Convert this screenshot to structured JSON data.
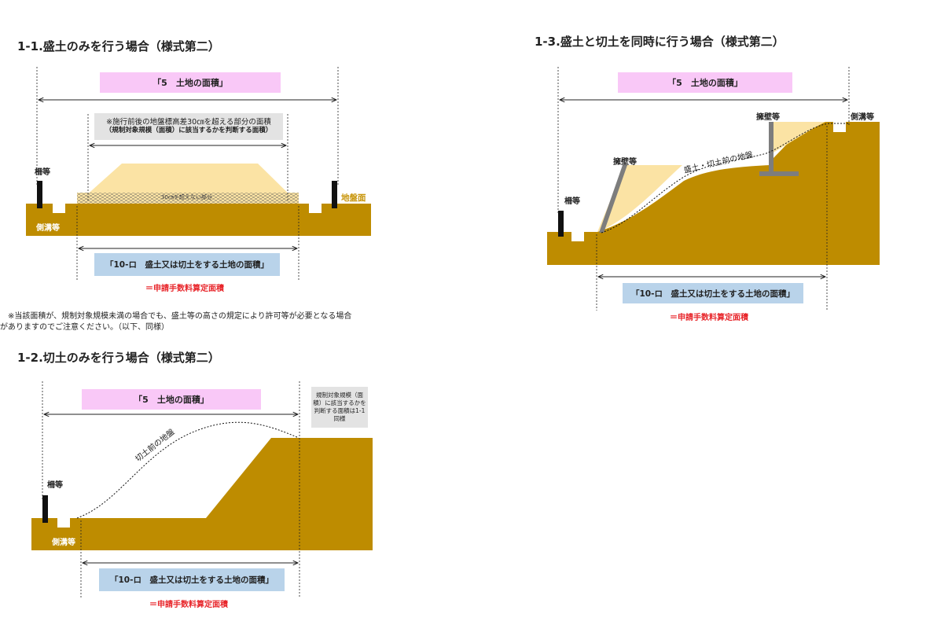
{
  "colors": {
    "ground": "#be8c00",
    "fill_soil": "#fbe3a4",
    "area_box": "#f9c8f7",
    "cut_box": "#b9d3ea",
    "fee_text": "#e8262b",
    "wall": "#7d7d7d"
  },
  "section_1_1": {
    "title": "1-1.盛土のみを行う場合（様式第二）",
    "area_label": "「5　土地の面積」",
    "note_line1": "※施行前後の地盤標高差30㎝を超える部分の面積",
    "note_line2": "（規制対象規模（面積）に該当するかを判断する面積）",
    "under_30cm_label": "30㎝を超えない部分",
    "fence_label": "柵等",
    "ground_surface_label": "地盤面",
    "ditch_label": "側溝等",
    "cut_area_label": "「10-ロ　盛土又は切土をする土地の面積」",
    "fee_label": "＝申請手数料算定面積"
  },
  "footnote": {
    "line1": "　※当該面積が、規制対象規模未満の場合でも、盛土等の高さの規定により許可等が必要となる場合",
    "line2": "がありますのでご注意ください。（以下、同様）"
  },
  "section_1_2": {
    "title": "1-2.切土のみを行う場合（様式第二）",
    "area_label": "「5　土地の面積」",
    "side_note": [
      "規制対象規模（面",
      "積）に該当するかを",
      "判断する面積は1-1",
      "同様"
    ],
    "pre_cut_ground_label": "切土前の地盤",
    "fence_label": "柵等",
    "ditch_label": "側溝等",
    "cut_area_label": "「10-ロ　盛土又は切土をする土地の面積」",
    "fee_label": "＝申請手数料算定面積"
  },
  "section_1_3": {
    "title": "1-3.盛土と切土を同時に行う場合（様式第二）",
    "area_label": "「5　土地の面積」",
    "retaining_wall_label_top": "擁壁等",
    "retaining_wall_label_left": "擁壁等",
    "ditch_label": "側溝等",
    "pre_ground_label": "盛土・切土前の地盤",
    "fence_label": "柵等",
    "cut_area_label": "「10-ロ　盛土又は切土をする土地の面積」",
    "fee_label": "＝申請手数料算定面積"
  }
}
